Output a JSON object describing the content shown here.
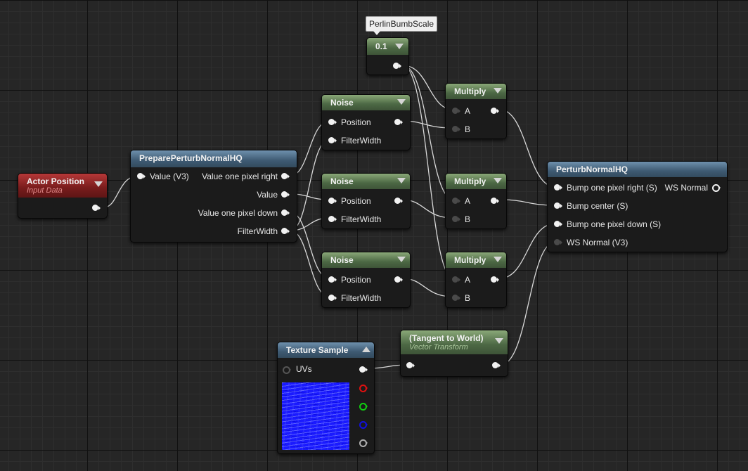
{
  "tooltip": "PerlinBumbScale",
  "param_node": {
    "value": "0.1"
  },
  "actor_position": {
    "title": "Actor Position",
    "subtitle": "Input Data"
  },
  "prepare_node": {
    "title": "PreparePerturbNormalHQ",
    "input": "Value (V3)",
    "outputs": [
      "Value one pixel right",
      "Value",
      "Value one pixel down",
      "FilterWidth"
    ]
  },
  "noise_nodes": [
    {
      "title": "Noise",
      "inputs": [
        "Position",
        "FilterWidth"
      ]
    },
    {
      "title": "Noise",
      "inputs": [
        "Position",
        "FilterWidth"
      ]
    },
    {
      "title": "Noise",
      "inputs": [
        "Position",
        "FilterWidth"
      ]
    }
  ],
  "multiply_nodes": [
    {
      "title": "Multiply",
      "inputs": [
        "A",
        "B"
      ]
    },
    {
      "title": "Multiply",
      "inputs": [
        "A",
        "B"
      ]
    },
    {
      "title": "Multiply",
      "inputs": [
        "A",
        "B"
      ]
    }
  ],
  "perturb_node": {
    "title": "PerturbNormalHQ",
    "inputs": [
      "Bump one pixel right (S)",
      "Bump center (S)",
      "Bump one pixel down (S)",
      "WS Normal (V3)"
    ],
    "output": "WS Normal"
  },
  "texture_node": {
    "title": "Texture Sample",
    "input": "UVs"
  },
  "transform_node": {
    "title": "(Tangent to World)",
    "subtitle": "Vector Transform"
  },
  "colors": {
    "header_green": "#4c6844",
    "header_blue": "#3e5a72",
    "header_red": "#781c1c",
    "pin_red": "#e01010",
    "pin_green": "#10d010",
    "pin_blue": "#1010e0",
    "pin_alpha": "#b0b0b0",
    "subtitle_red": "#e08a8a",
    "subtitle_green": "#a8c49a"
  }
}
